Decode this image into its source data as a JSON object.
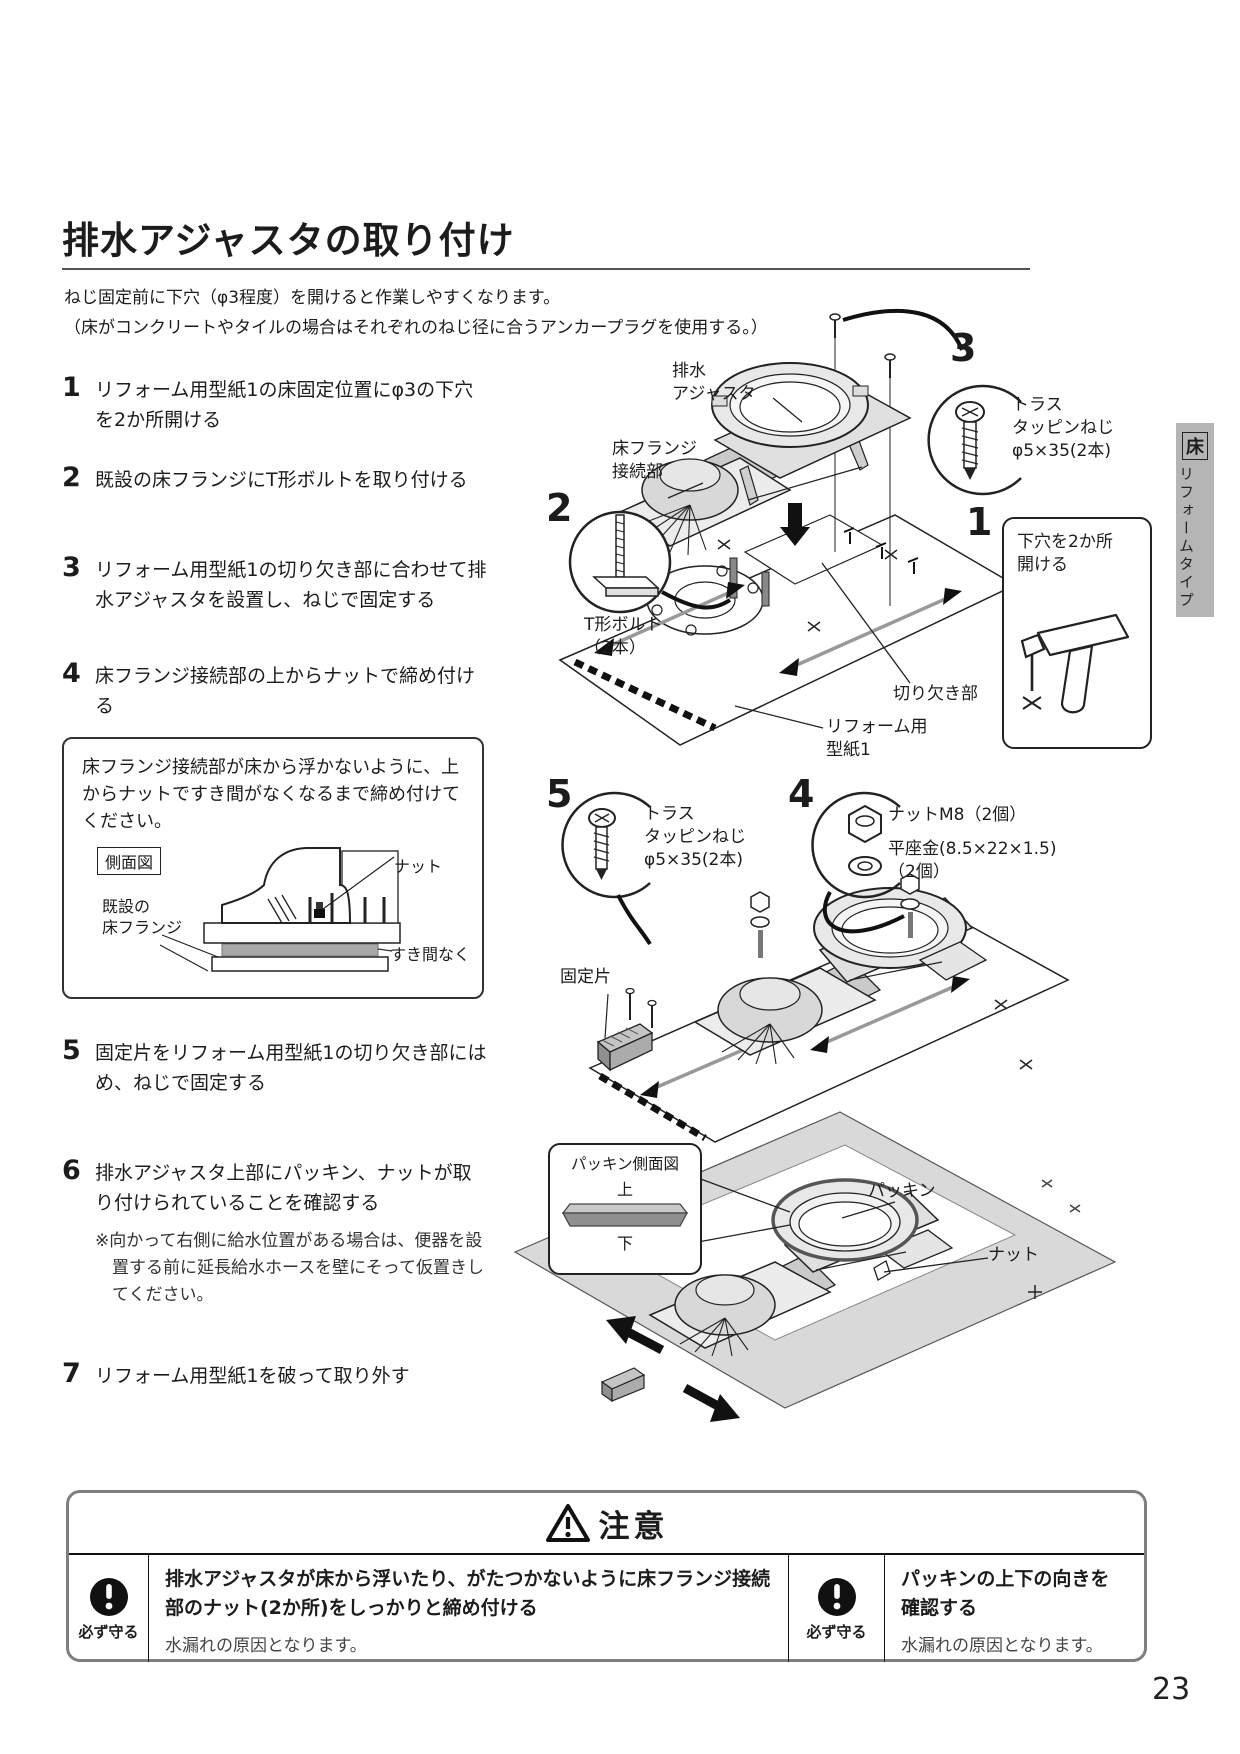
{
  "page": {
    "title": "排水アジャスタの取り付け",
    "intro": "ねじ固定前に下穴（φ3程度）を開けると作業しやすくなります。\n（床がコンクリートやタイルの場合はそれぞれのねじ径に合うアンカープラグを使用する。）",
    "page_number": "23"
  },
  "side_tab": {
    "badge": "床",
    "label": "リフォームタイプ"
  },
  "steps": [
    {
      "num": "1",
      "text": "リフォーム用型紙1の床固定位置にφ3の下穴を2か所開ける"
    },
    {
      "num": "2",
      "text": "既設の床フランジにT形ボルトを取り付ける"
    },
    {
      "num": "3",
      "text": "リフォーム用型紙1の切り欠き部に合わせて排水アジャスタを設置し、ねじで固定する"
    },
    {
      "num": "4",
      "text": "床フランジ接続部の上からナットで締め付ける"
    },
    {
      "num": "5",
      "text": "固定片をリフォーム用型紙1の切り欠き部にはめ、ねじで固定する"
    },
    {
      "num": "6",
      "text": "排水アジャスタ上部にパッキン、ナットが取り付けられていることを確認する"
    },
    {
      "num": "7",
      "text": "リフォーム用型紙1を破って取り外す"
    }
  ],
  "step6_note": "※向かって右側に給水位置がある場合は、便器を設置する前に延長給水ホースを壁にそって仮置きしてください。",
  "note_box": {
    "text": "床フランジ接続部が床から浮かないように、上からナットですき間がなくなるまで締め付けてください。",
    "side_view_label": "側面図",
    "nut_label": "ナット",
    "existing_flange_label": "既設の\n床フランジ",
    "no_gap_label": "すき間なく"
  },
  "diagram_install": {
    "callout_3": "3",
    "truss_screw_label": "トラス\nタッピンねじ\nφ5×35(2本)",
    "callout_2": "2",
    "t_bolt_label": "T形ボルト\n（2本）",
    "callout_1": "1",
    "pilot_hole_label": "下穴を2か所\n開ける",
    "drain_adjuster_label": "排水\nアジャスタ",
    "floor_flange_label": "床フランジ\n接続部",
    "cutout_label": "切り欠き部",
    "template_label": "リフォーム用\n型紙1"
  },
  "diagram_fix": {
    "callout_5": "5",
    "truss_screw_label": "トラス\nタッピンねじ\nφ5×35(2本)",
    "callout_4": "4",
    "nut_label": "ナットM8（2個）",
    "washer_label": "平座金(8.5×22×1.5)\n（2個）",
    "fixing_piece_label": "固定片"
  },
  "diagram_packing": {
    "box_title": "パッキン側面図",
    "up_label": "上",
    "down_label": "下",
    "packing_label": "パッキン",
    "nut_label": "ナット"
  },
  "caution": {
    "title": "注意",
    "mandatory_label": "必ず守る",
    "item1_title": "排水アジャスタが床から浮いたり、がたつかないように床フランジ接続部のナット(2か所)をしっかりと締め付ける",
    "item1_sub": "水漏れの原因となります。",
    "item2_title": "パッキンの上下の向きを確認する",
    "item2_sub": "水漏れの原因となります。"
  }
}
